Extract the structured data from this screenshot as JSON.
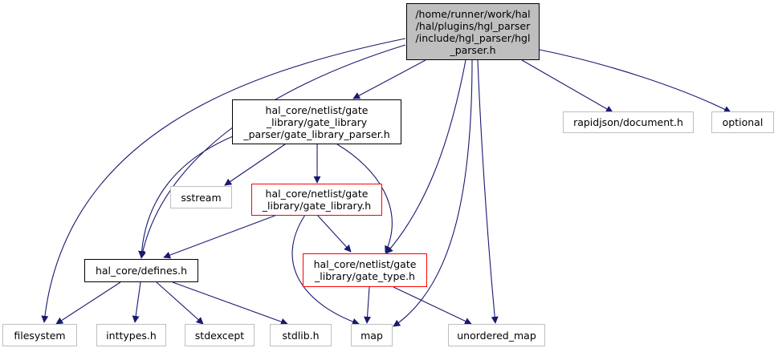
{
  "nodes": {
    "hgl_parser": {
      "lines": [
        "/home/runner/work/hal",
        "/hal/plugins/hgl_parser",
        "/include/hgl_parser/hgl",
        "_parser.h"
      ]
    },
    "gate_library_parser": {
      "lines": [
        "hal_core/netlist/gate",
        "_library/gate_library",
        "_parser/gate_library_parser.h"
      ]
    },
    "rapidjson": {
      "lines": [
        "rapidjson/document.h"
      ]
    },
    "optional": {
      "lines": [
        "optional"
      ]
    },
    "sstream": {
      "lines": [
        "sstream"
      ]
    },
    "gate_library": {
      "lines": [
        "hal_core/netlist/gate",
        "_library/gate_library.h"
      ]
    },
    "defines": {
      "lines": [
        "hal_core/defines.h"
      ]
    },
    "gate_type": {
      "lines": [
        "hal_core/netlist/gate",
        "_library/gate_type.h"
      ]
    },
    "filesystem": {
      "lines": [
        "filesystem"
      ]
    },
    "inttypes": {
      "lines": [
        "inttypes.h"
      ]
    },
    "stdexcept": {
      "lines": [
        "stdexcept"
      ]
    },
    "stdlib": {
      "lines": [
        "stdlib.h"
      ]
    },
    "map": {
      "lines": [
        "map"
      ]
    },
    "unordered_map": {
      "lines": [
        "unordered_map"
      ]
    }
  },
  "colors": {
    "edge": "#191970",
    "root_fill": "#bfbfbf",
    "black_border": "#000000",
    "red_border": "#ff0000",
    "gray_border": "#bfbfbf"
  }
}
